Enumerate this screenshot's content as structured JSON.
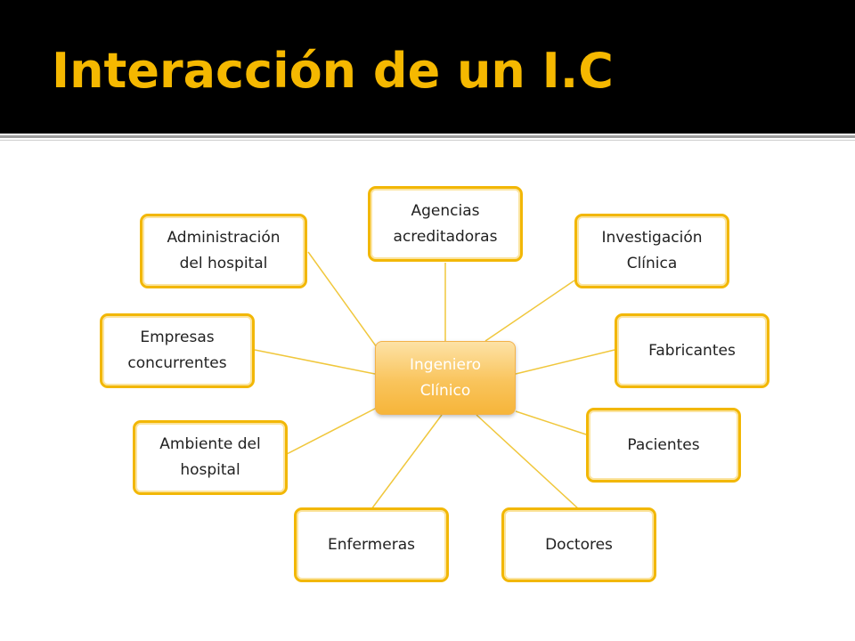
{
  "slide": {
    "title": "Interacción de un I.C"
  },
  "diagram": {
    "center": "Ingeniero\nClínico",
    "nodes": [
      {
        "id": "agencias",
        "label": "Agencias\nacreditadoras"
      },
      {
        "id": "investigacion",
        "label": "Investigación\nClínica"
      },
      {
        "id": "fabricantes",
        "label": "Fabricantes"
      },
      {
        "id": "pacientes",
        "label": "Pacientes"
      },
      {
        "id": "doctores",
        "label": "Doctores"
      },
      {
        "id": "enfermeras",
        "label": "Enfermeras"
      },
      {
        "id": "ambiente",
        "label": "Ambiente del\nhospital"
      },
      {
        "id": "empresas",
        "label": "Empresas\nconcurrentes"
      },
      {
        "id": "administracion",
        "label": "Administración\ndel hospital"
      }
    ]
  },
  "colors": {
    "header_bg": "#000000",
    "title": "#f5b800",
    "node_border": "#f2b705",
    "connector": "#f0c73c",
    "hub_fill": "#f9c45c"
  }
}
